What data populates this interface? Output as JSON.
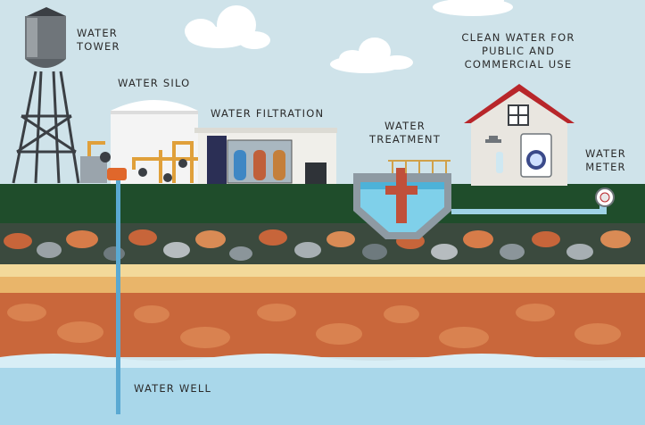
{
  "labels": {
    "water_tower": [
      "WATER",
      "TOWER"
    ],
    "water_silo": "WATER SILO",
    "water_filtration": "WATER FILTRATION",
    "water_treatment": [
      "WATER",
      "TREATMENT"
    ],
    "clean_water": [
      "CLEAN WATER FOR",
      "PUBLIC AND",
      "COMMERCIAL USE"
    ],
    "water_meter": [
      "WATER",
      "METER"
    ],
    "water_well": "WATER WELL"
  },
  "colors": {
    "sky": "#cfe3ea",
    "grass": "#1f4d2b",
    "pipe": "#9fd3e6",
    "roof": "#b8262a",
    "pump": "#e0672b",
    "water": "#5aa9d2"
  }
}
